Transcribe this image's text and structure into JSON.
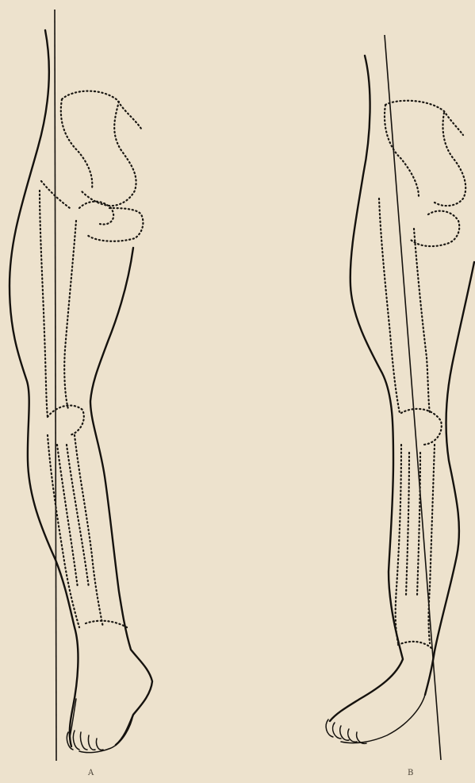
{
  "figures": [
    {
      "id": "A",
      "caption": "A"
    },
    {
      "id": "B",
      "caption": "B"
    }
  ]
}
